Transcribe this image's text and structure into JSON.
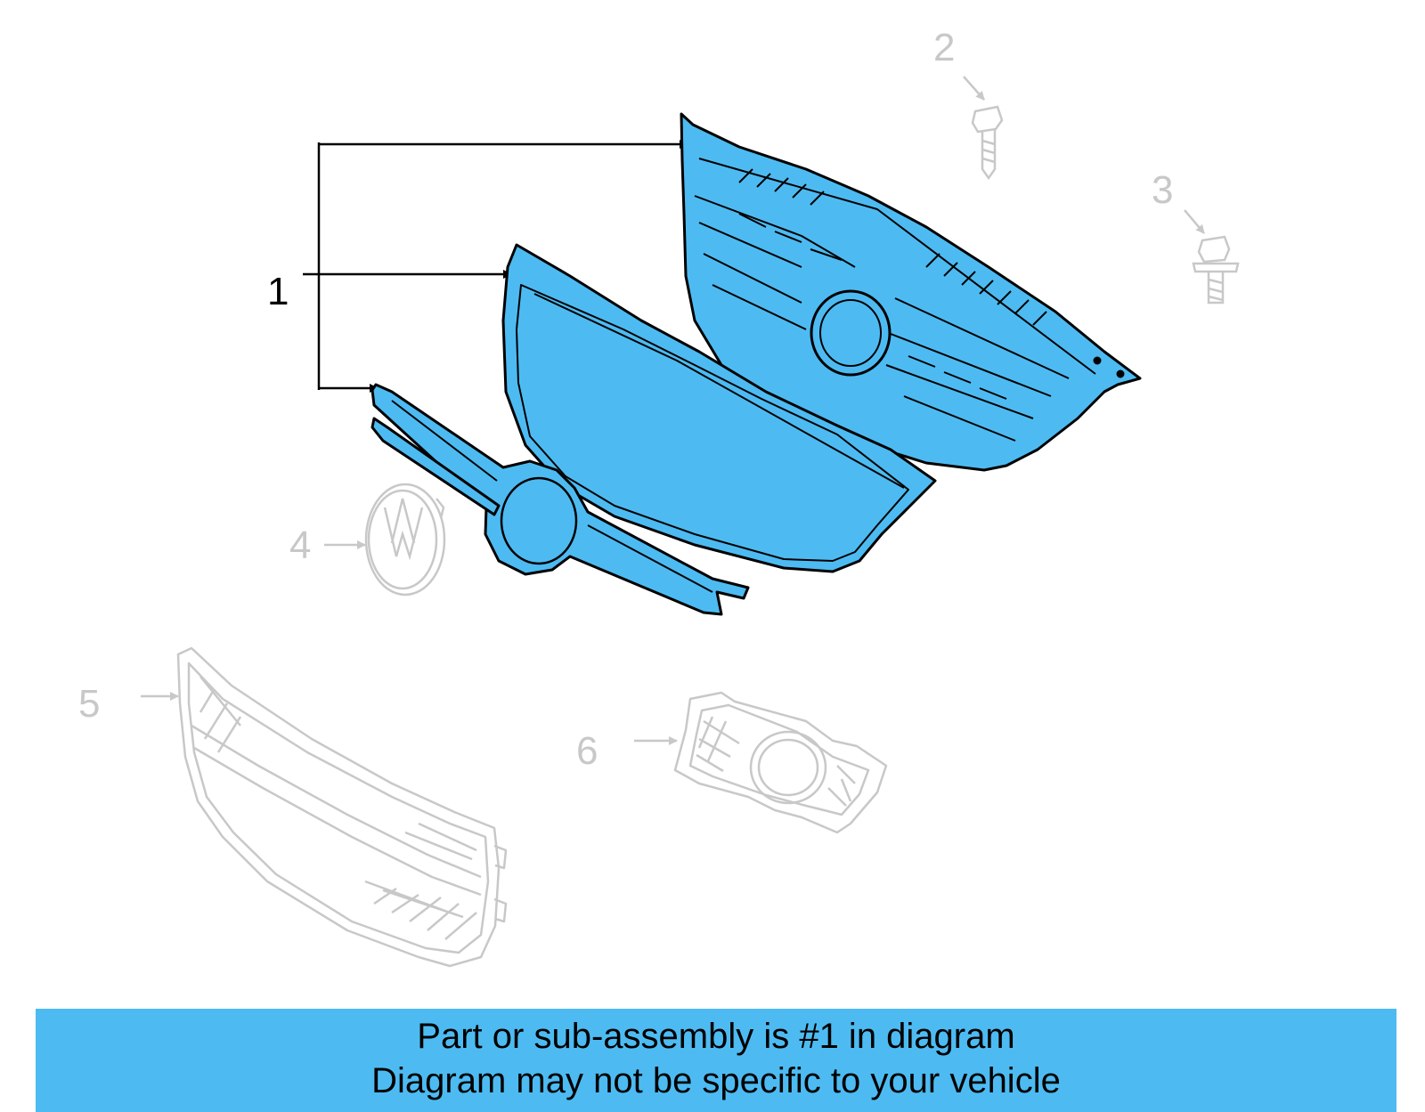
{
  "callouts": {
    "c1": "1",
    "c2": "2",
    "c3": "3",
    "c4": "4",
    "c5": "5",
    "c6": "6"
  },
  "banner": {
    "line1": "Part or sub-assembly is #1 in diagram",
    "line2": "Diagram may not be specific to your vehicle"
  },
  "colors": {
    "highlight": "#4dbbf2",
    "outline": "#000000",
    "faded": "#c8c8c8"
  }
}
